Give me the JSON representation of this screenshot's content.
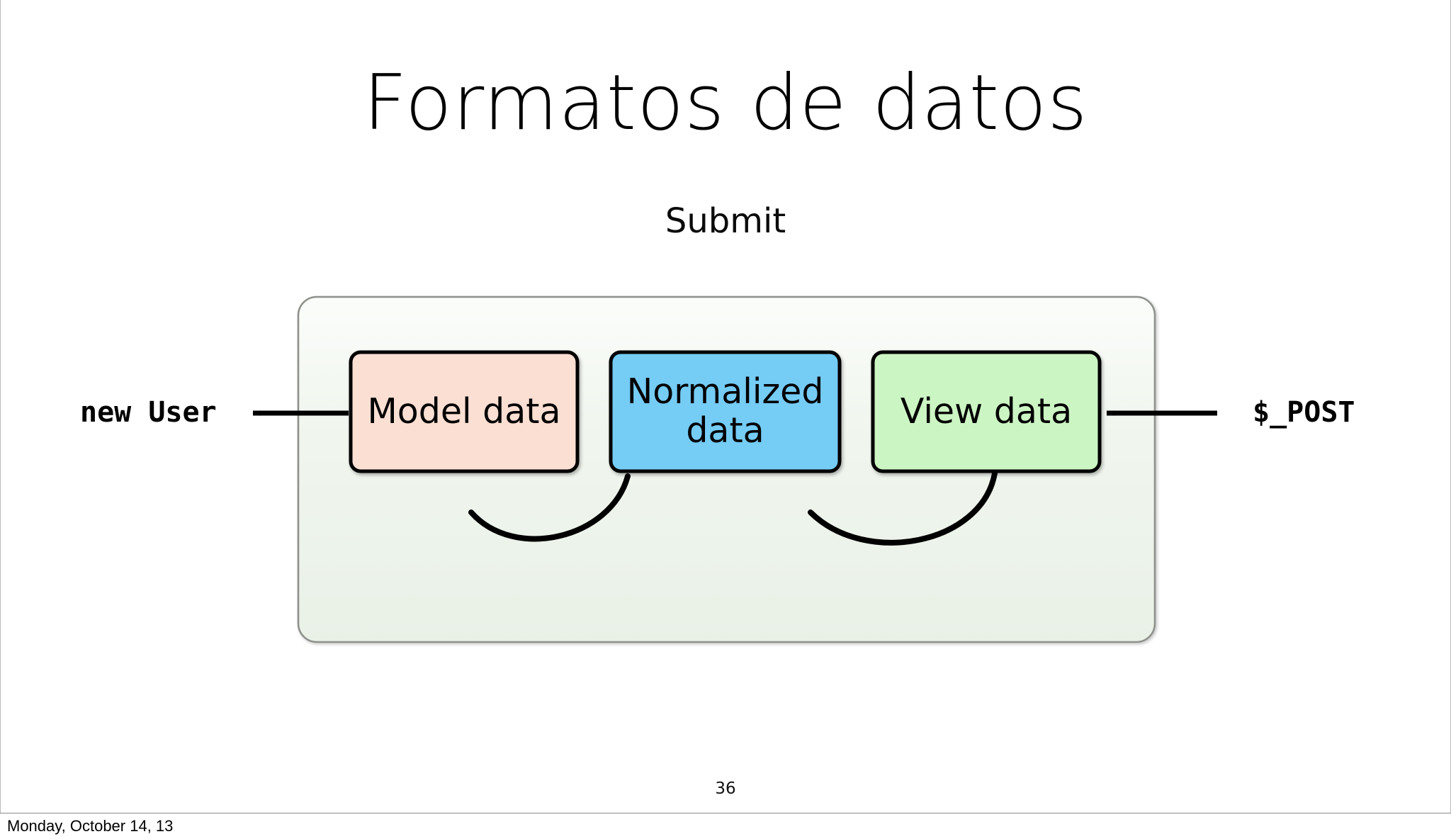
{
  "slide": {
    "title": "Formatos de datos",
    "subtitle": "Submit",
    "page_number": "36",
    "footer": "Monday, October 14, 13"
  },
  "diagram": {
    "type": "flow",
    "container": {
      "name": "submit-pipeline-container",
      "fill_top": "#f6f9f5",
      "fill_bottom": "#e9f1e7",
      "border_color": "#8f918c",
      "corner_radius": 26
    },
    "nodes": [
      {
        "id": "model-data",
        "label": "Model data",
        "fill": "#fbdfd3",
        "stroke": "#000000"
      },
      {
        "id": "normalized-data",
        "label": "Normalized\ndata",
        "label_line1": "Normalized",
        "label_line2": "data",
        "fill": "#74ccf5",
        "stroke": "#000000"
      },
      {
        "id": "view-data",
        "label": "View data",
        "fill": "#ccf5c4",
        "stroke": "#000000"
      }
    ],
    "external_labels": [
      {
        "id": "new-user",
        "text": "new User",
        "side": "left"
      },
      {
        "id": "post-var",
        "text": "$_POST",
        "side": "right"
      }
    ],
    "edges": [
      {
        "from": "model-data",
        "to": "new-user",
        "style": "straight-arrow",
        "direction": "left"
      },
      {
        "from": "post-var",
        "to": "view-data",
        "style": "straight-arrow",
        "direction": "left"
      },
      {
        "from": "normalized-data",
        "to": "model-data",
        "style": "curved-arrow",
        "direction": "left"
      },
      {
        "from": "view-data",
        "to": "normalized-data",
        "style": "curved-arrow",
        "direction": "left"
      }
    ]
  }
}
